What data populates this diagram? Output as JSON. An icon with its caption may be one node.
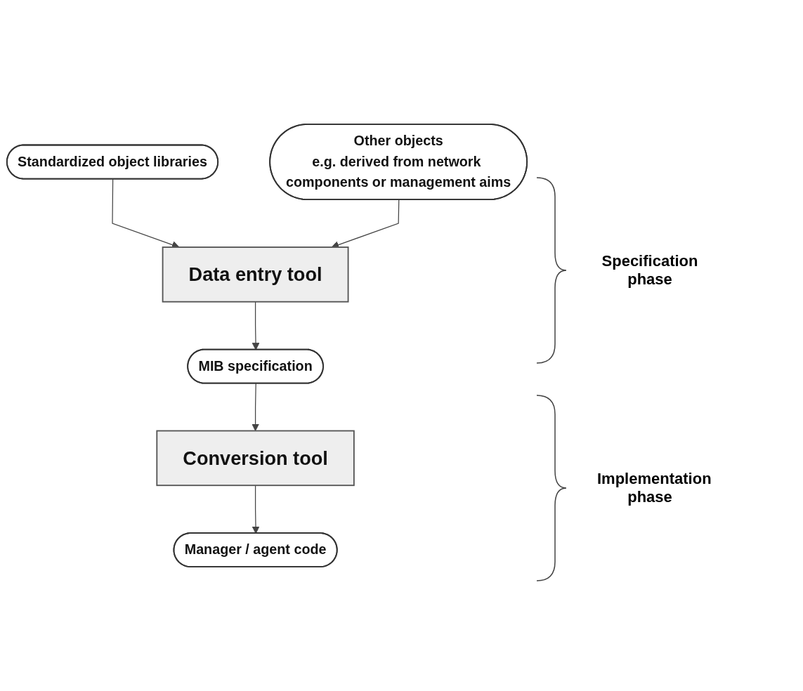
{
  "diagram": {
    "nodes": [
      {
        "text": [
          "Standardized object libraries"
        ]
      },
      {
        "text": [
          "Other objects",
          "e.g. derived from network components or management aims"
        ]
      },
      {
        "text": [
          "Data entry tool"
        ]
      },
      {
        "text": [
          "MIB specification"
        ]
      },
      {
        "text": [
          "Conversion tool"
        ]
      },
      {
        "text": [
          "Manager /  agent code"
        ]
      }
    ],
    "edges": [
      {
        "from": 0,
        "to": 2,
        "arrow": "to"
      },
      {
        "from": 1,
        "to": 2,
        "arrow": "to"
      },
      {
        "from": 2,
        "to": 3,
        "arrow": "to"
      },
      {
        "from": 3,
        "to": 4,
        "arrow": "to"
      },
      {
        "from": 4,
        "to": 5,
        "arrow": "to"
      }
    ],
    "labels": [
      "Specification phase",
      "Implementation phase"
    ]
  }
}
